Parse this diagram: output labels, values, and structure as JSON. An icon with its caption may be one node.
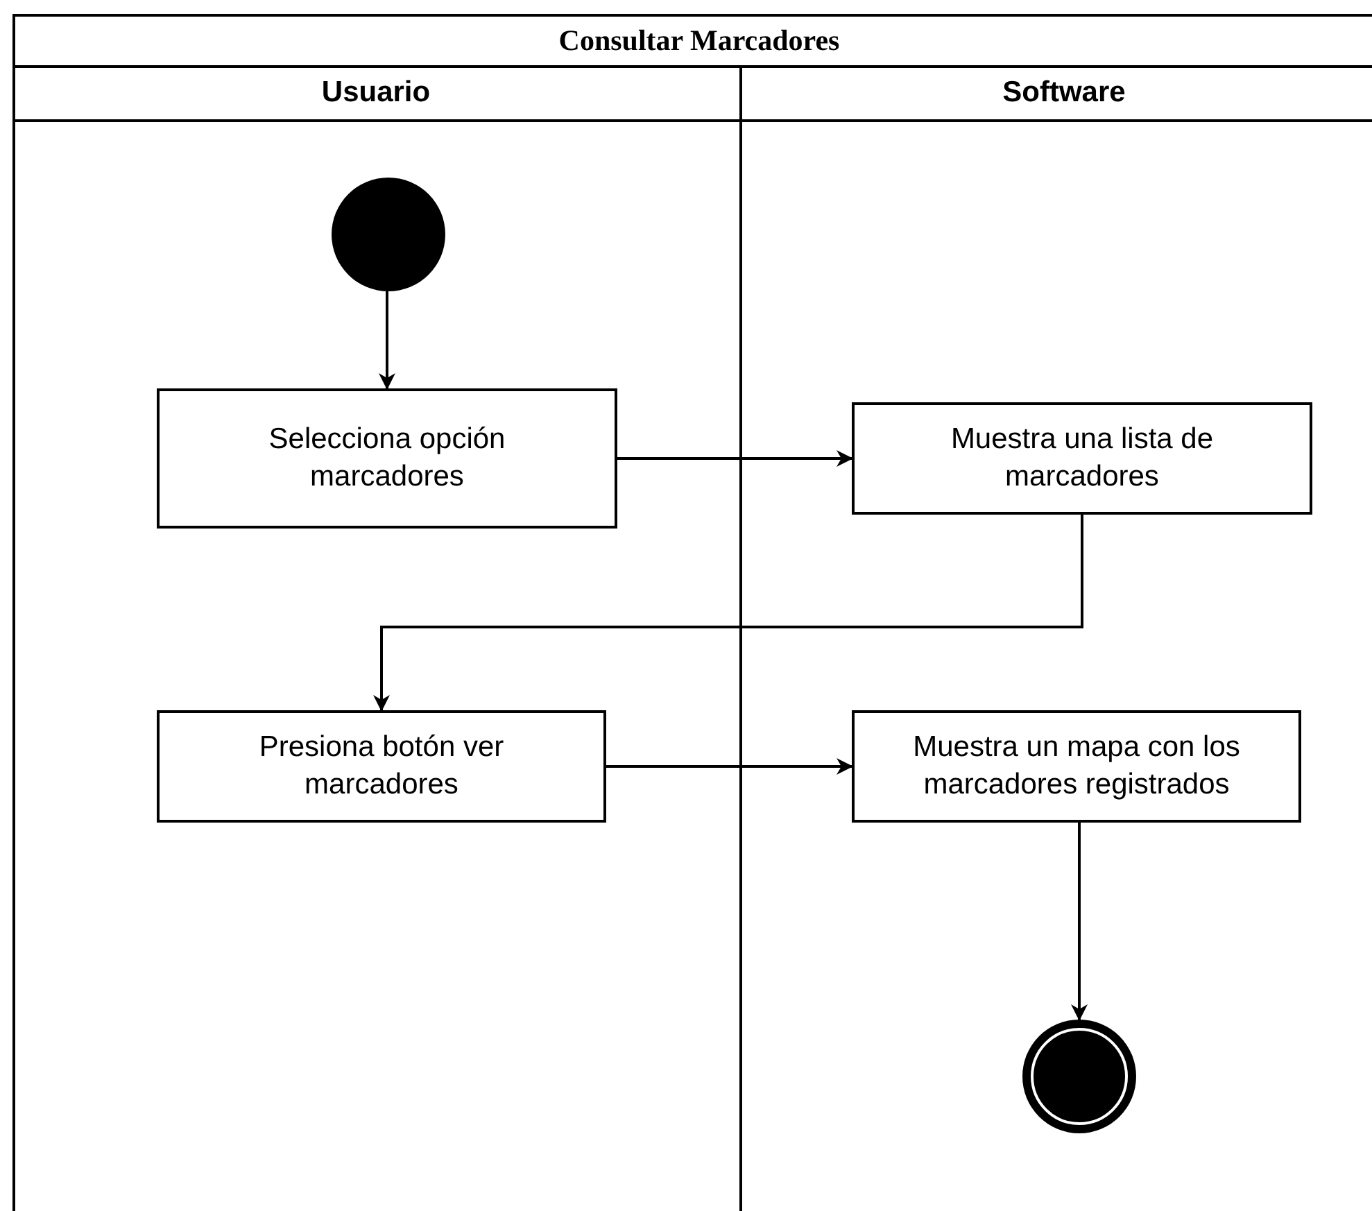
{
  "diagram": {
    "nodes": [
      {
        "text": [
          "Consultar Marcadores"
        ]
      },
      {
        "text": [
          "Usuario"
        ],
        "in": 0
      },
      {
        "text": [
          "Software"
        ],
        "in": 0
      },
      {
        "text": [],
        "shape": "circle",
        "in": 1
      },
      {
        "text": [
          "Selecciona opción marcadores"
        ],
        "in": 1
      },
      {
        "text": [
          "Muestra una lista de marcadores"
        ],
        "in": 2
      },
      {
        "text": [
          "Presiona botón ver marcadores"
        ],
        "in": 1
      },
      {
        "text": [
          "Muestra un mapa con los marcadores registrados"
        ],
        "in": 2
      },
      {
        "text": [],
        "shape": "bullseye",
        "in": 2
      }
    ],
    "edges": [
      {
        "from": 3,
        "to": 4,
        "arrow": "to"
      },
      {
        "from": 4,
        "to": 5,
        "arrow": "to"
      },
      {
        "from": 5,
        "to": 6,
        "arrow": "to"
      },
      {
        "from": 6,
        "to": 7,
        "arrow": "to"
      },
      {
        "from": 7,
        "to": 8,
        "arrow": "to"
      }
    ]
  }
}
